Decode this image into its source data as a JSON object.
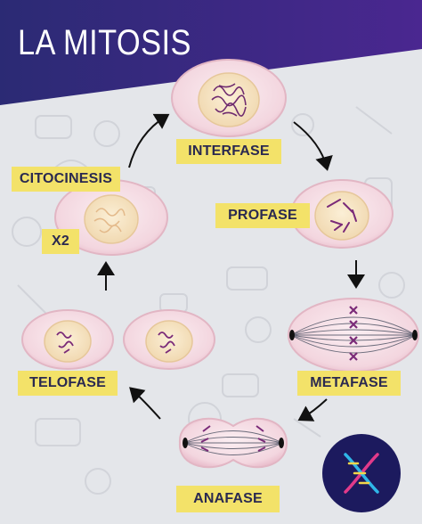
{
  "title": "LA MITOSIS",
  "phases": {
    "interfase": "INTERFASE",
    "profase": "PROFASE",
    "metafase": "METAFASE",
    "anafase": "ANAFASE",
    "telofase": "TELOFASE",
    "citocinesis": "CITOCINESIS"
  },
  "multiplier": "X2",
  "colors": {
    "banner": "#2e2a78",
    "label_bg": "#f3e269",
    "label_text": "#2a2950",
    "cell_fill": "#f6dfe6",
    "nucleus_fill": "#f7e6c6",
    "chromosome": "#7a2a78",
    "logo_bg": "#1c1a5e"
  },
  "logo": "dna-icon"
}
